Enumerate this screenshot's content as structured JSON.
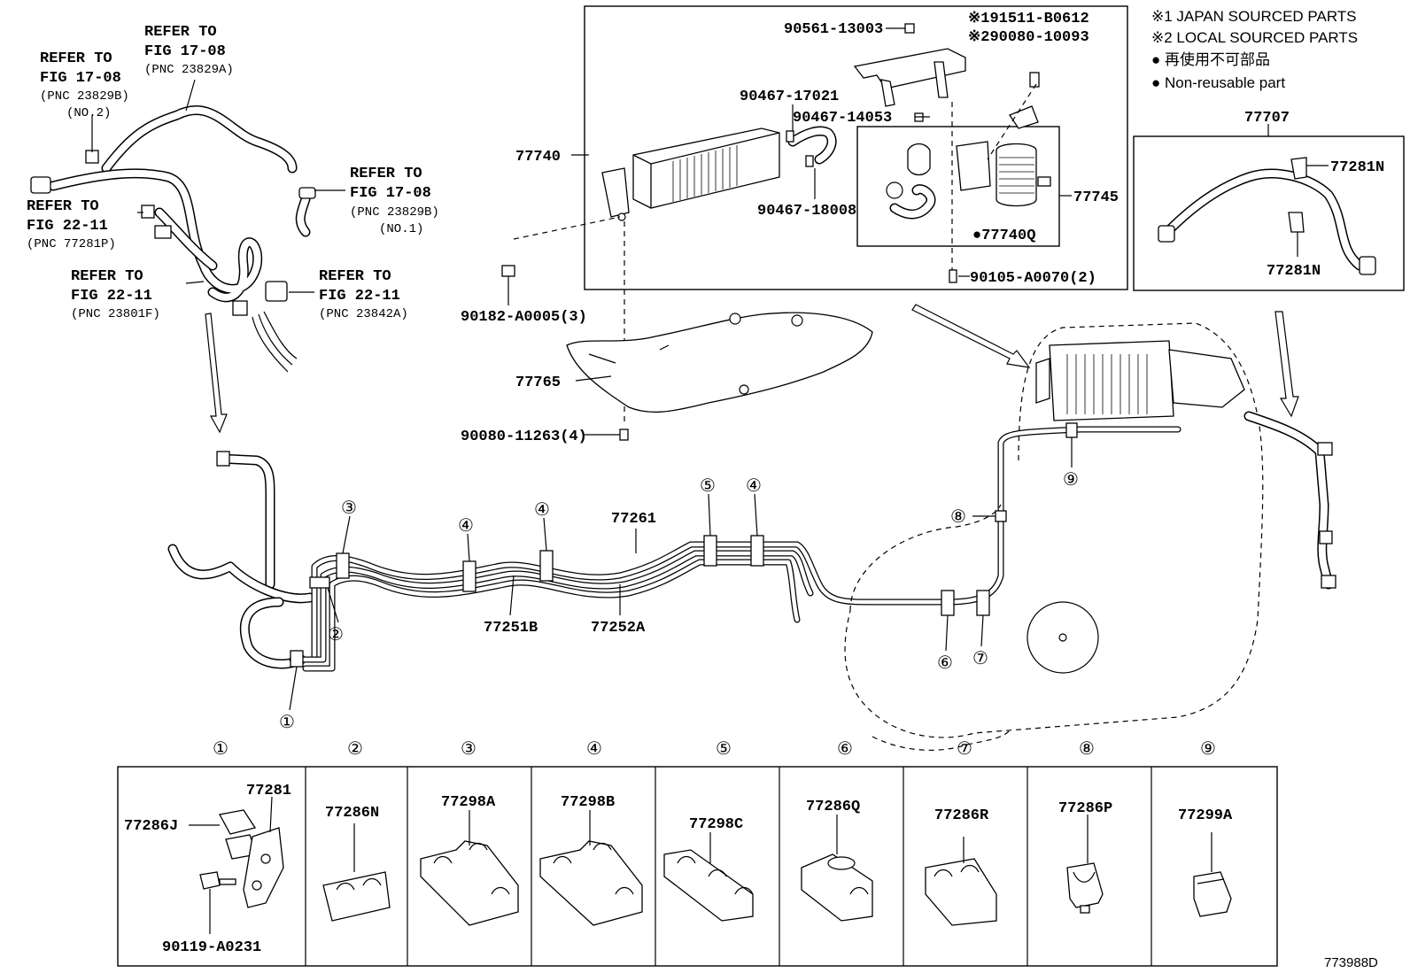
{
  "legend": {
    "japan": "※1  JAPAN SOURCED PARTS",
    "local": "※2  LOCAL SOURCED PARTS",
    "non_reusable_jp": "● 再使用不可部品",
    "non_reusable_en": "● Non-reusable part"
  },
  "refs": {
    "r1": {
      "l1": "REFER TO",
      "l2": "FIG 17-08",
      "l3": "(PNC 23829A)"
    },
    "r2": {
      "l1": "REFER TO",
      "l2": "FIG 17-08",
      "l3": "(PNC 23829B)",
      "l4": "(NO.2)"
    },
    "r3": {
      "l1": "REFER TO",
      "l2": "FIG 17-08",
      "l3": "(PNC 23829B)",
      "l4": "(NO.1)"
    },
    "r4": {
      "l1": "REFER TO",
      "l2": "FIG 22-11",
      "l3": "(PNC 77281P)"
    },
    "r5": {
      "l1": "REFER TO",
      "l2": "FIG 22-11",
      "l3": "(PNC 23801F)"
    },
    "r6": {
      "l1": "REFER TO",
      "l2": "FIG 22-11",
      "l3": "(PNC 23842A)"
    }
  },
  "parts": {
    "p90561": "90561-13003",
    "p191511": "※191511-B0612",
    "p290080": "※290080-10093",
    "p90467_17021": "90467-17021",
    "p90467_14053": "90467-14053",
    "p77740": "77740",
    "p90467_18008": "90467-18008",
    "p77745": "77745",
    "p77740Q": "●77740Q",
    "p90105": "90105-A0070(2)",
    "p90182": "90182-A0005(3)",
    "p77765": "77765",
    "p90080": "90080-11263(4)",
    "p77707": "77707",
    "p77281N_a": "77281N",
    "p77281N_b": "77281N",
    "p77261": "77261",
    "p77251B": "77251B",
    "p77252A": "77252A"
  },
  "callouts": [
    "①",
    "②",
    "③",
    "④",
    "⑤",
    "⑥",
    "⑦",
    "⑧",
    "⑨"
  ],
  "table": {
    "columns": [
      {
        "num": "①",
        "labels": [
          "77281",
          "77286J",
          "90119-A0231"
        ]
      },
      {
        "num": "②",
        "labels": [
          "77286N"
        ]
      },
      {
        "num": "③",
        "labels": [
          "77298A"
        ]
      },
      {
        "num": "④",
        "labels": [
          "77298B"
        ]
      },
      {
        "num": "⑤",
        "labels": [
          "77298C"
        ]
      },
      {
        "num": "⑥",
        "labels": [
          "77286Q"
        ]
      },
      {
        "num": "⑦",
        "labels": [
          "77286R"
        ]
      },
      {
        "num": "⑧",
        "labels": [
          "77286P"
        ]
      },
      {
        "num": "⑨",
        "labels": [
          "77299A"
        ]
      }
    ]
  },
  "figure_id": "773988D"
}
